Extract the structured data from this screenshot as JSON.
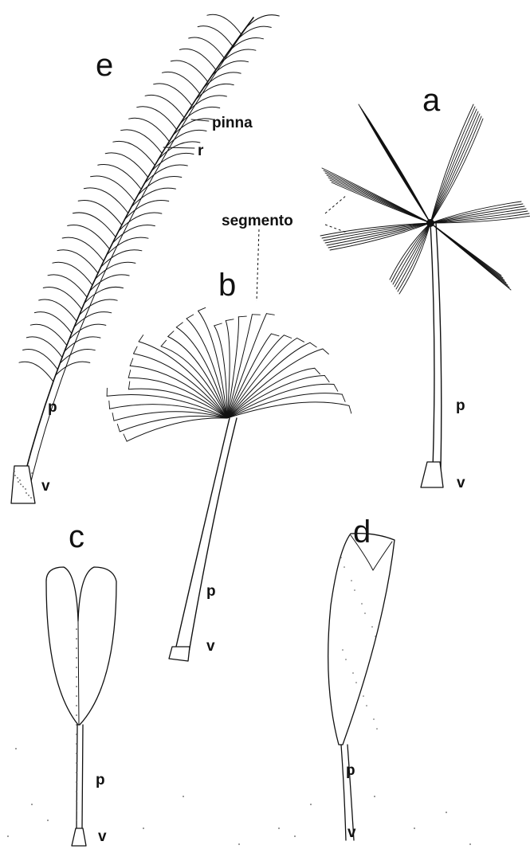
{
  "figure": {
    "panels": [
      {
        "id": "a",
        "letter": "a",
        "petiole_label": "p",
        "sheath_label": "v"
      },
      {
        "id": "b",
        "letter": "b",
        "petiole_label": "p",
        "sheath_label": "v"
      },
      {
        "id": "c",
        "letter": "c",
        "petiole_label": "p",
        "sheath_label": "v"
      },
      {
        "id": "d",
        "letter": "d",
        "petiole_label": "p",
        "sheath_label": "v"
      },
      {
        "id": "e",
        "letter": "e",
        "petiole_label": "p",
        "sheath_label": "v"
      }
    ],
    "annotations": {
      "segmento": "segmento",
      "pinna": "pinna",
      "rachis": "r"
    },
    "colors": {
      "ink": "#111111",
      "paper": "#ffffff",
      "stipple": "#555555"
    }
  }
}
